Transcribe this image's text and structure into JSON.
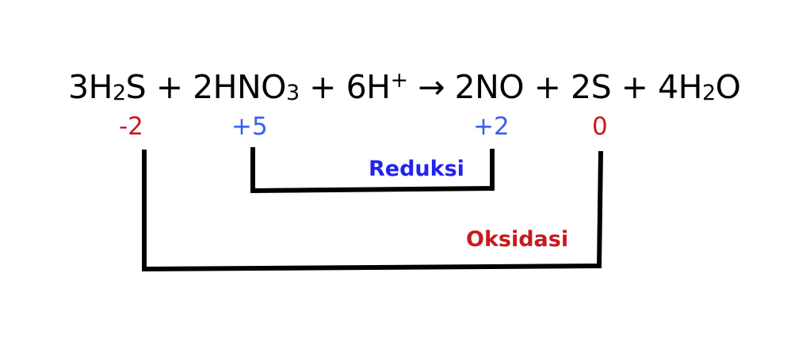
{
  "equation": {
    "h2s_coef": "3",
    "h2s_h": "H",
    "h2s_sub": "2",
    "h2s_s": "S",
    "plus1": " + ",
    "hno3_coef": "2",
    "hno3_hno": "HNO",
    "hno3_sub": "3",
    "plus2": " + ",
    "hplus_coef": "6",
    "hplus_h": "H",
    "hplus_sup": "+",
    "arrow": " → ",
    "no_text": "2NO",
    "plus3": " + ",
    "s_text": "2S",
    "plus4": " + ",
    "h2o_coef": "4",
    "h2o_h": "H",
    "h2o_sub": "2",
    "h2o_o": "O"
  },
  "oxidation_states": {
    "s_in_h2s": "-2",
    "n_in_hno3": "+5",
    "n_in_no": "+2",
    "s_elemental": "0"
  },
  "labels": {
    "reduction": "Reduksi",
    "oxidation": "Oksidasi"
  },
  "colors": {
    "equation": "#000000",
    "oxidation_red": "#c8191f",
    "reduction_blue": "#3a5ff0",
    "reduksi_label": "#2323f0",
    "oksidasi_label": "#c8191f",
    "bracket": "#000000"
  }
}
